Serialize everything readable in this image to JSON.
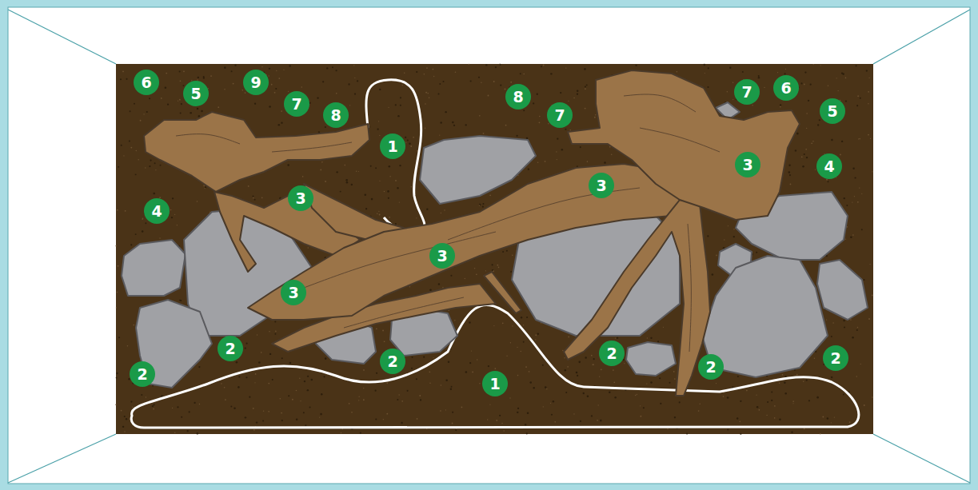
{
  "diagram": {
    "labels": [
      "6",
      "9",
      "6",
      "7",
      "5",
      "8",
      "7",
      "5",
      "8",
      "7",
      "1",
      "3",
      "4",
      "3",
      "3",
      "4",
      "3",
      "3",
      "2",
      "2",
      "2",
      "2",
      "2",
      "2",
      "1"
    ]
  }
}
